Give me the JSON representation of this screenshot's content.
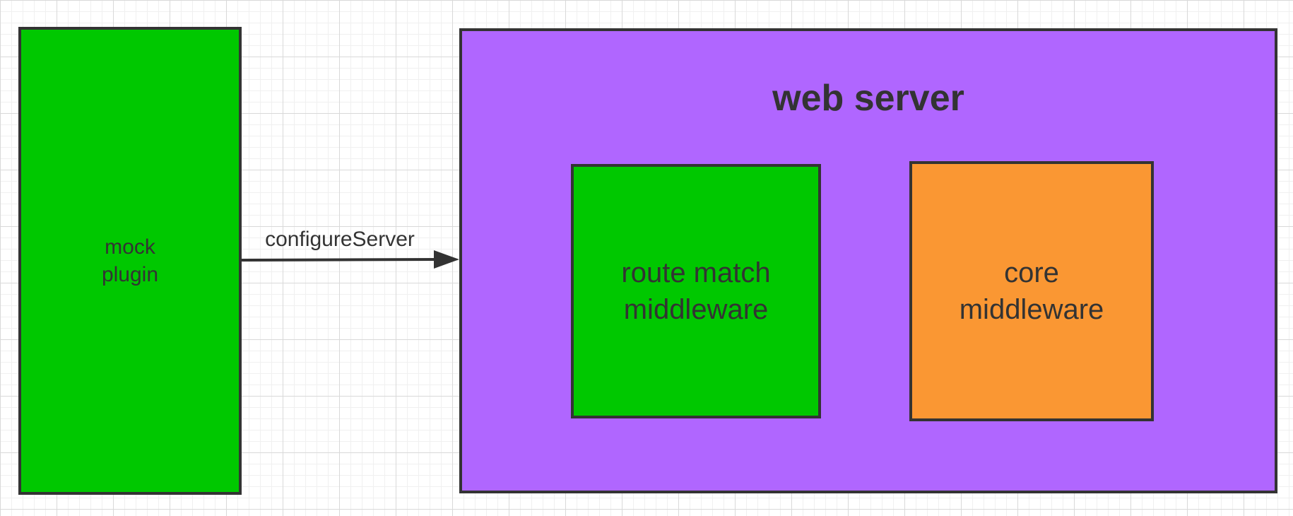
{
  "nodes": {
    "mock_plugin": {
      "label": "mock\nplugin",
      "fill": "#00c800"
    },
    "web_server": {
      "label": "web server",
      "fill": "#b066ff"
    },
    "route_match_middleware": {
      "label": "route match\nmiddleware",
      "fill": "#00c800"
    },
    "core_middleware": {
      "label": "core\nmiddleware",
      "fill": "#fa9733"
    }
  },
  "edges": [
    {
      "from": "mock plugin",
      "to": "web server",
      "label": "configureServer"
    }
  ],
  "colors": {
    "stroke": "#333333",
    "text": "#333333",
    "grid": "#d9d9d9"
  }
}
